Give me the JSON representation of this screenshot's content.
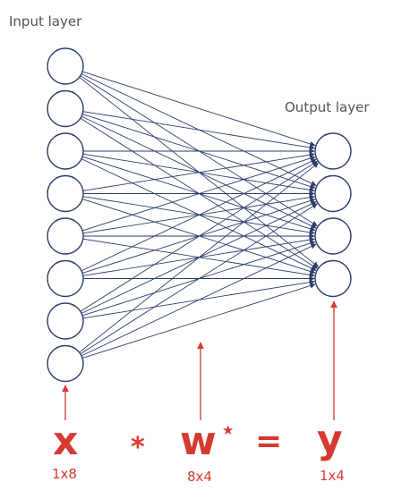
{
  "labels": {
    "input_layer": "Input layer",
    "output_layer": "Output layer"
  },
  "equation": {
    "x": "x",
    "multiply": "*",
    "w": "w",
    "w_superscript": "★",
    "equals": "=",
    "y": "y",
    "x_dim": "1x8",
    "w_dim": "8x4",
    "y_dim": "1x4"
  },
  "network": {
    "input_nodes": 8,
    "output_nodes": 4,
    "fully_connected": true
  },
  "colors": {
    "network": "#2c3e6b",
    "equation": "#d63a2f",
    "label": "#4a5560"
  }
}
